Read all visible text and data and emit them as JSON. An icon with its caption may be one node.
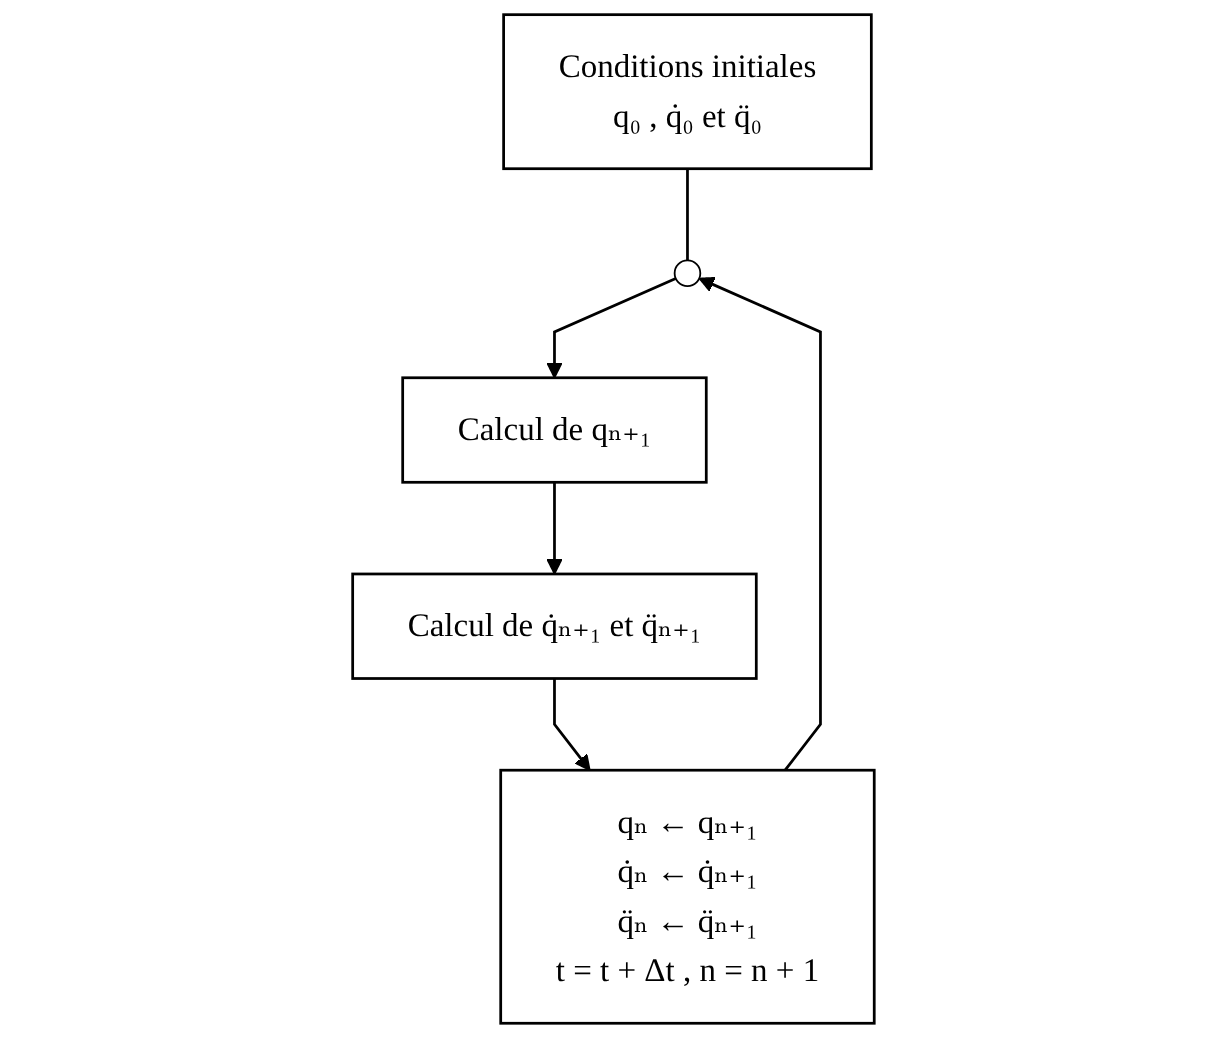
{
  "diagram": {
    "nodes": [
      {
        "text": [
          "Conditions initiales",
          "q₀ , q̇₀ et q̈₀"
        ]
      },
      {
        "text": [],
        "shape": "circle"
      },
      {
        "text": [
          "Calcul de qₙ₊₁"
        ]
      },
      {
        "text": [
          "Calcul de q̇ₙ₊₁ et q̈ₙ₊₁"
        ]
      },
      {
        "text": [
          "qₙ ← qₙ₊₁",
          "q̇ₙ ← q̇ₙ₊₁",
          "q̈ₙ ← q̈ₙ₊₁",
          "t = t + Δt , n = n + 1"
        ]
      }
    ],
    "edges": [
      {
        "from": 0,
        "to": 1,
        "arrow": "none"
      },
      {
        "from": 1,
        "to": 2,
        "arrow": "to"
      },
      {
        "from": 2,
        "to": 3,
        "arrow": "to"
      },
      {
        "from": 3,
        "to": 4,
        "arrow": "to"
      },
      {
        "from": 4,
        "to": 1,
        "arrow": "to"
      }
    ]
  }
}
